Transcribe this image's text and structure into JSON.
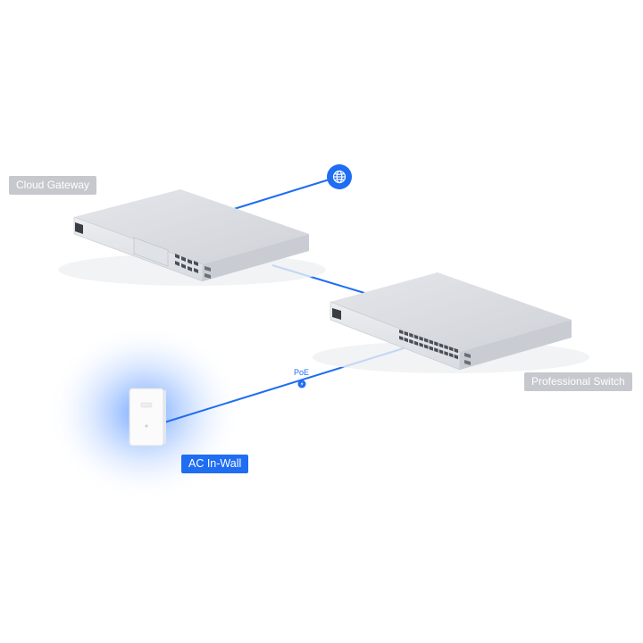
{
  "devices": {
    "gateway": {
      "label": "Cloud Gateway"
    },
    "switch": {
      "label": "Professional Switch"
    },
    "access_point": {
      "label": "AC In-Wall"
    }
  },
  "connections": {
    "poe_label": "PoE"
  },
  "icons": {
    "internet": "globe-icon",
    "poe_marker": "bolt-icon"
  },
  "colors": {
    "accent": "#1f6df2",
    "link_line": "#1f6df2",
    "label_gray": "#c6c8cd",
    "device_body": "#d9dbe0",
    "glow": "#4d8dff"
  }
}
